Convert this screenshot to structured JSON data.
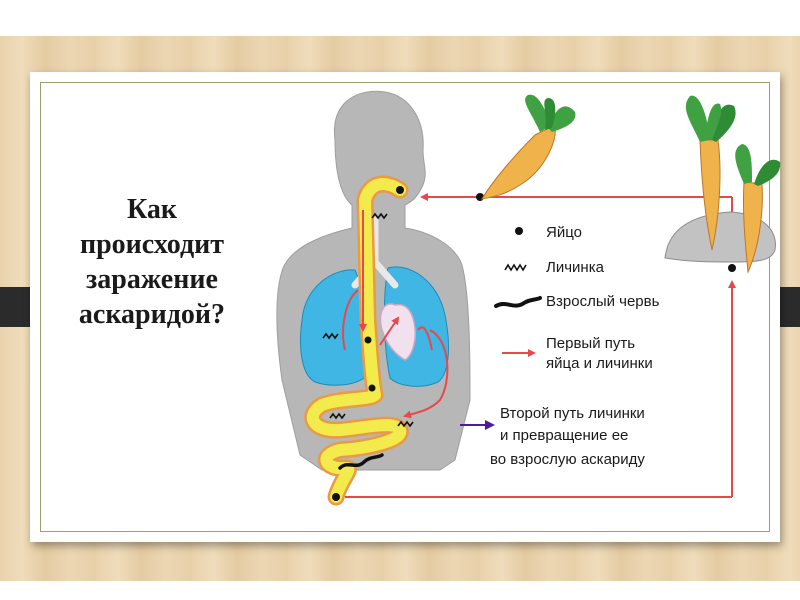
{
  "slide": {
    "title_lines": [
      "Как",
      "происходит",
      "заражение",
      "аскаридой?"
    ]
  },
  "legend": {
    "egg": "Яйцо",
    "larva": "Личинка",
    "adult_worm": "Взрослый червь",
    "first_path": [
      "Первый путь",
      "яйца и личинки"
    ],
    "second_path": [
      "Второй путь личинки",
      "и превращение ее",
      "во взрослую аскариду"
    ]
  },
  "colors": {
    "body": "#b7b7b7",
    "lungs": "#3fb6e3",
    "digestive_tract": "#f3ea4b",
    "first_path_arrow": "#e8474c",
    "second_path_arrow": "#4b1d96",
    "heart": "#f1e1ee",
    "carrot": "#f0b24a",
    "carrot_leaves": "#3fa142",
    "soil": "#c2c2c2"
  },
  "icons": [
    "egg-dot-icon",
    "larva-squiggle-icon",
    "adult-worm-icon",
    "first-path-arrow-icon",
    "second-path-arrow-icon",
    "carrot-icon"
  ]
}
